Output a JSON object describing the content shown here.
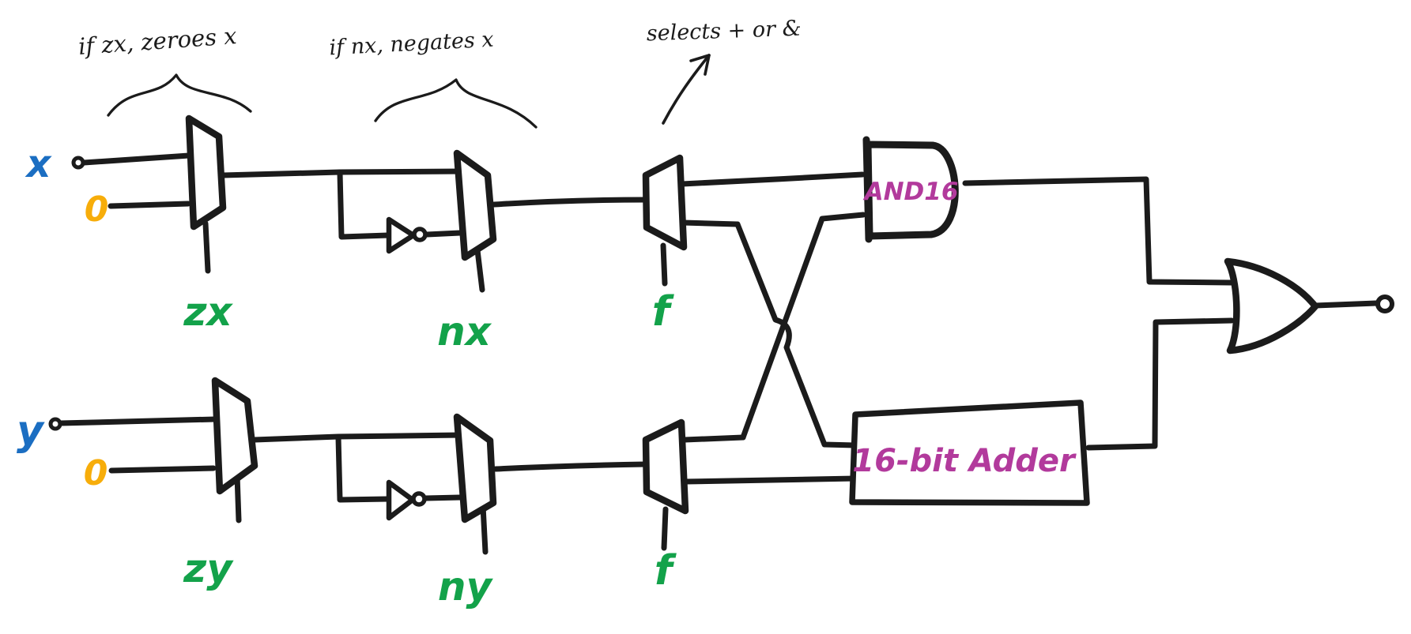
{
  "title": "Hand-drawn ALU datapath diagram",
  "annotations": {
    "zx_note": "if zx, zeroes x",
    "nx_note": "if nx, negates x",
    "f_note": "selects + or &"
  },
  "signals": {
    "x_input": "x",
    "y_input": "y",
    "zero_top": "0",
    "zero_bottom": "0",
    "zx": "zx",
    "nx": "nx",
    "f_top": "f",
    "zy": "zy",
    "ny": "ny",
    "f_bottom": "f"
  },
  "components": {
    "and_gate": "AND16",
    "adder": "16-bit Adder"
  },
  "colors": {
    "ink": "#1b1b1b",
    "input_blue": "#1b6ec2",
    "zero_yellow": "#f7ad0a",
    "control_green": "#13a24a",
    "component_magenta": "#b23a9c",
    "background": "#ffffff"
  }
}
